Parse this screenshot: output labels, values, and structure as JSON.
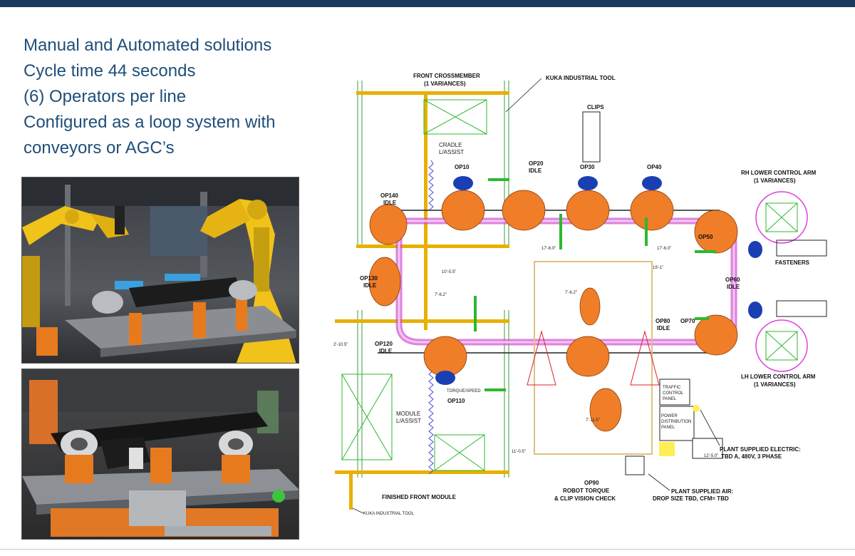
{
  "slide": {
    "bullets": [
      "Manual and Automated solutions",
      "Cycle time 44 seconds",
      "(6) Operators per line",
      "Configured as a loop system with",
      "conveyors or AGC’s"
    ]
  },
  "photos": {
    "top": {
      "name": "robot-cell-photo"
    },
    "bottom": {
      "name": "fixture-photo"
    }
  },
  "layout_drawing": {
    "labels": {
      "front_crossmember": "FRONT CROSSMEMBER",
      "front_crossmember_var": "(1 VARIANCES)",
      "clips": "CLIPS",
      "cradle": "CRADLE",
      "cradle_assist": "L/ASSIST",
      "op10": "OP10",
      "op20": "OP20",
      "op20_idle": "IDLE",
      "op30": "OP30",
      "op40": "OP40",
      "op50": "OP50",
      "op60": "OP60",
      "op60_idle": "IDLE",
      "op70": "OP70",
      "op80": "OP80",
      "op80_idle": "IDLE",
      "op90": "OP90",
      "op110": "OP110",
      "op120": "OP120",
      "op120_idle": "IDLE",
      "op130": "OP130",
      "op130_idle": "IDLE",
      "op140": "OP140",
      "op140_idle": "IDLE",
      "rh_arm": "RH LOWER CONTROL ARM",
      "rh_arm_var": "(1 VARIANCES)",
      "lh_arm": "LH LOWER CONTROL ARM",
      "lh_arm_var": "(1 VARIANCES)",
      "fasteners": "FASTENERS",
      "module": "MODULE",
      "module_assist": "L/ASSIST",
      "finished": "FINISHED FRONT MODULE",
      "robot_torque": "ROBOT TORQUE",
      "clip_vision": "&  CLIP VISION CHECK",
      "traffic_panel_1": "TRAFFIC",
      "traffic_panel_2": "CONTROL",
      "traffic_panel_3": "PANEL",
      "power_panel_1": "POWER",
      "power_panel_2": "DISTRIBUTION",
      "power_panel_3": "PANEL",
      "plant_electric": "PLANT SUPPLIED ELECTRIC:",
      "plant_electric_2": "TBD A, 480V, 3 PHASE",
      "plant_air": "PLANT SUPPLIED AIR:",
      "plant_air_2": "DROP SIZE TBD, CFM= TBD",
      "kuka_1": "KUKA INDUSTRIAL TOOL",
      "kuka_2": "KUKA INDUSTRIAL TOOL",
      "dim_1": "10'-5.5\"",
      "dim_2": "7'-6.2\"",
      "dim_3": "7'-11.5\"",
      "dim_4": "11'-0.5\"",
      "dim_5": "12'-5.0\"",
      "dim_6": "19'-1\"",
      "dim_7": "2'-10.5\"",
      "dim_8": "17'-6.0\"",
      "dim_9": "17'-6.0\"",
      "torque_box": "TORQUE/SPEED"
    }
  },
  "colors": {
    "header": "#1b3a5e",
    "text": "#1f4e79",
    "conveyor": "#e8b000",
    "loop": "#d24bd2",
    "robot": "#f07d28",
    "guard": "#2eb82e",
    "robot_blue": "#1a3fb3"
  }
}
